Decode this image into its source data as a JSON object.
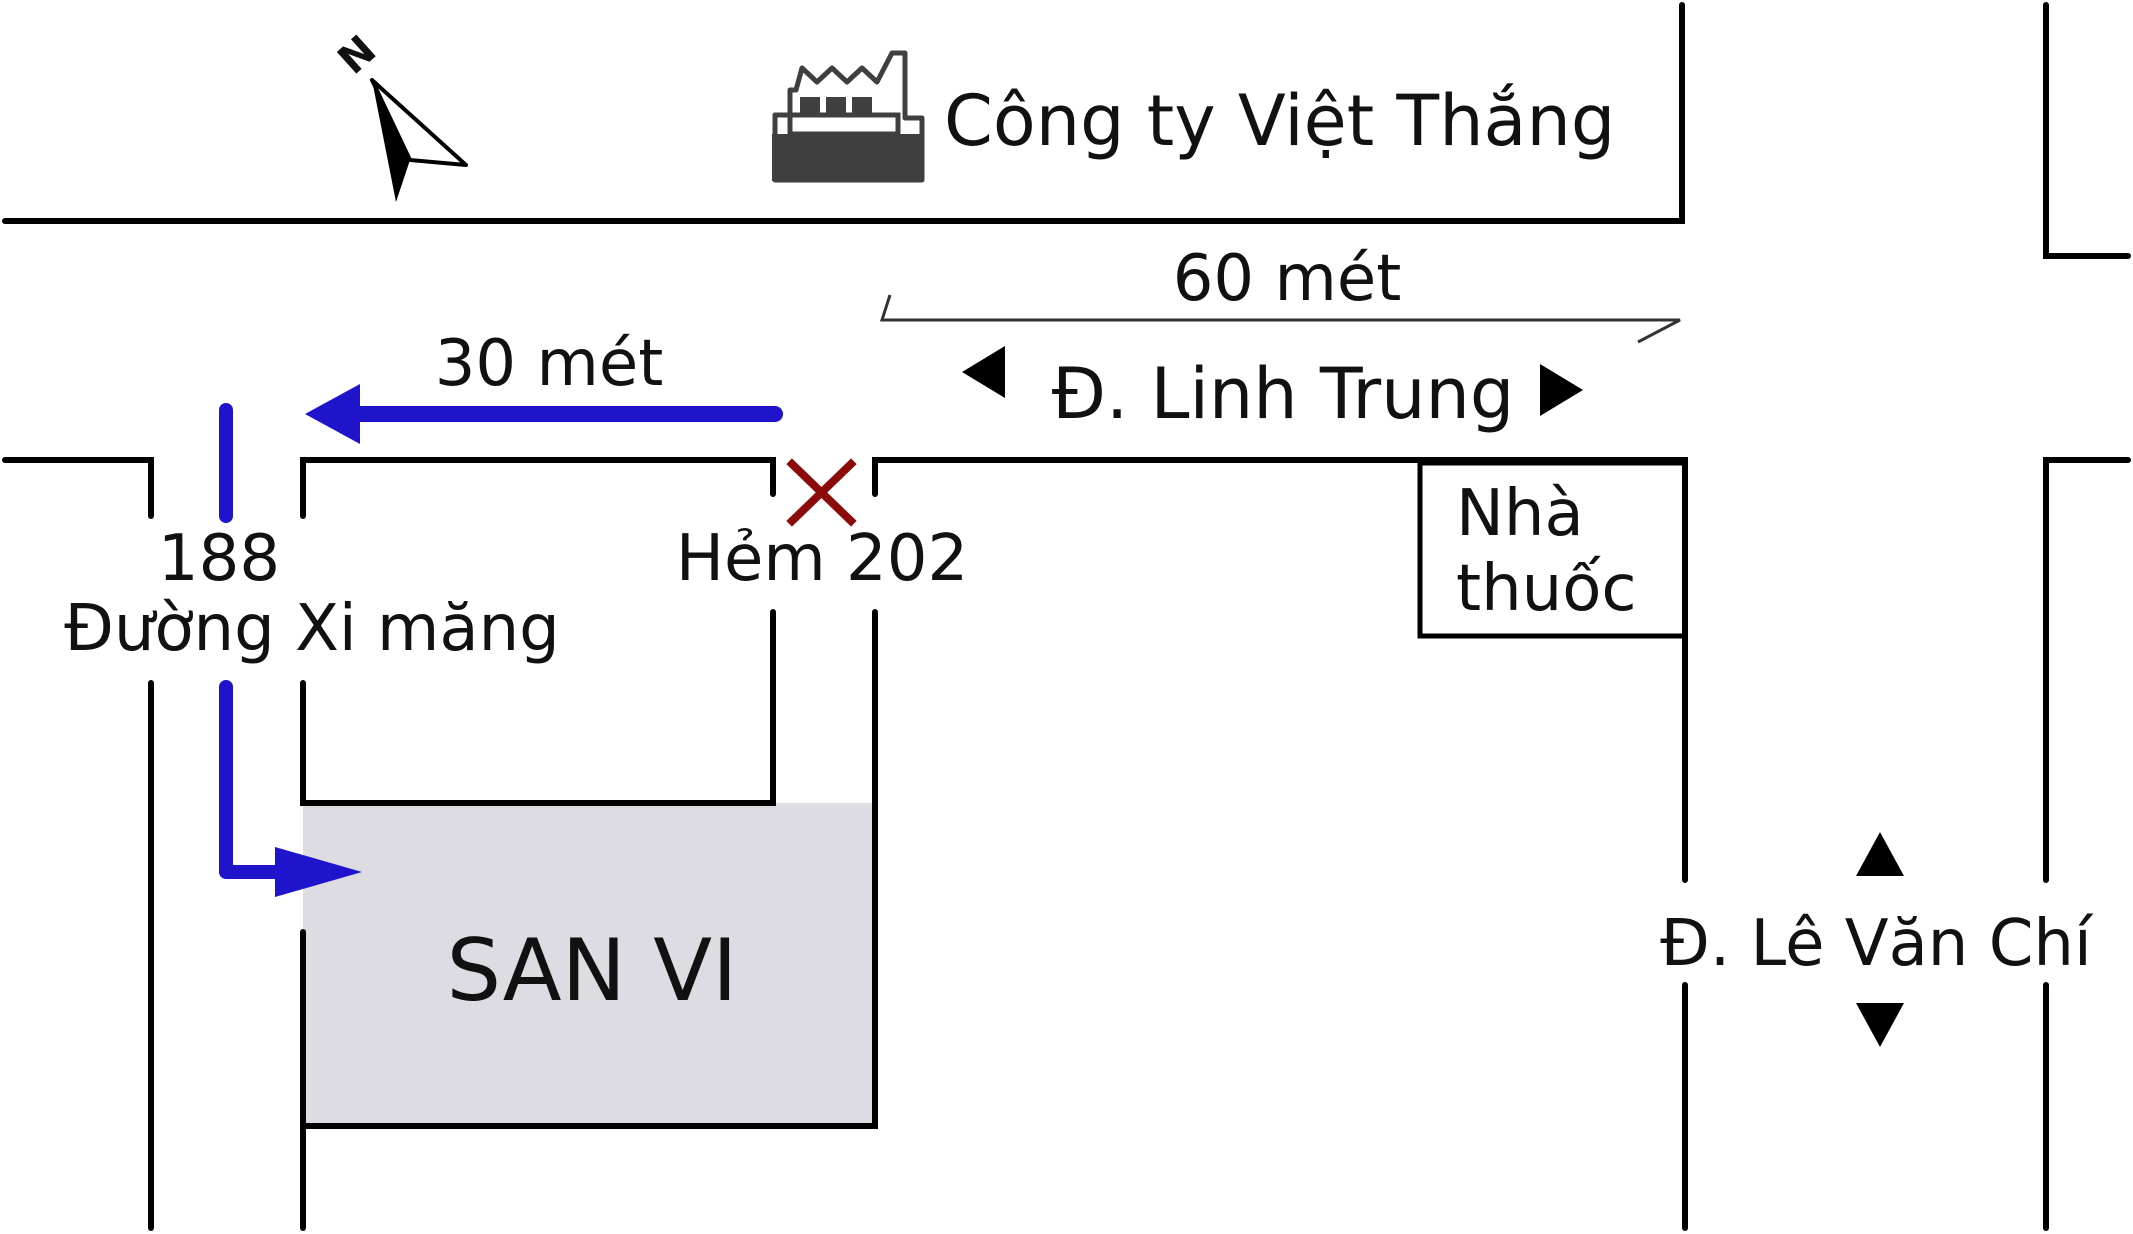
{
  "map": {
    "north_label": "N",
    "company_label": "Công ty Việt Thắng",
    "distance_60": "60 mét",
    "distance_30": "30 mét",
    "street_linh_trung": "Đ. Linh Trung",
    "alley_number": "188",
    "street_xi_mang": "Đường Xi măng",
    "alley_202": "Hẻm 202",
    "pharmacy_line1": "Nhà",
    "pharmacy_line2": "thuốc",
    "destination": "SAN VI",
    "street_le_van_chi": "Đ. Lê Văn Chí"
  },
  "colors": {
    "road_lines": "#000000",
    "route_arrow": "#1f14cc",
    "location_marker": "#8b0a0a",
    "destination_fill": "#dcdce2",
    "factory_icon": "#3f3f3f"
  },
  "icons": [
    "north-arrow-icon",
    "factory-icon",
    "location-x-icon",
    "triangle-left-icon",
    "triangle-right-icon",
    "triangle-up-icon",
    "triangle-down-icon"
  ]
}
